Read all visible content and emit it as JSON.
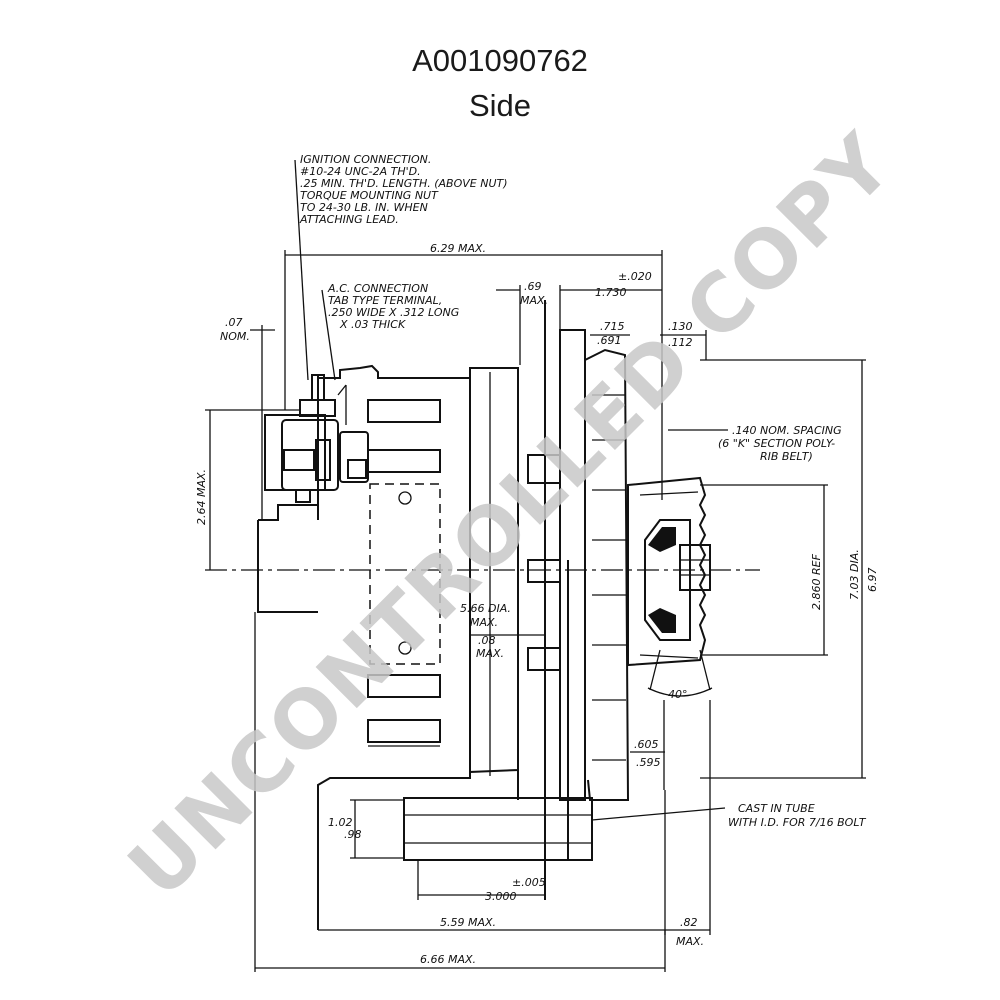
{
  "header": {
    "title": "A001090762",
    "subtitle": "Side"
  },
  "watermark": "UNCONTROLLED COPY",
  "notes": {
    "ignition_lines": [
      "IGNITION CONNECTION.",
      "#10-24 UNC-2A TH'D.",
      ".25 MIN. TH'D. LENGTH. (ABOVE NUT)",
      "TORQUE MOUNTING NUT",
      "TO 24-30 LB. IN. WHEN",
      "ATTACHING LEAD."
    ],
    "ac_lines": [
      "A.C. CONNECTION",
      "TAB TYPE TERMINAL,",
      ".250 WIDE X .312 LONG",
      "X .03 THICK"
    ],
    "belt_lines": [
      ".140 NOM. SPACING",
      "(6 \"K\" SECTION POLY-",
      "RIB BELT)"
    ],
    "tube_lines": [
      "CAST IN TUBE",
      "WITH I.D. FOR 7/16 BOLT"
    ]
  },
  "dims": {
    "d629": "6.29 MAX.",
    "d07a": ".07",
    "d07b": "NOM.",
    "d69a": ".69",
    "d69b": "MAX.",
    "tol020": "±.020",
    "d1730": "1.730",
    "d715": ".715",
    "d691": ".691",
    "d130": ".130",
    "d112": ".112",
    "d264": "2.64 MAX.",
    "d2860": "2.860 REF",
    "d703": "7.03 DIA.",
    "d697": "6.97",
    "d566a": "5.66 DIA.",
    "d566b": "MAX.",
    "d08a": ".08",
    "d08b": "MAX.",
    "angle": "40°",
    "d605": ".605",
    "d595": ".595",
    "d102": "1.02",
    "d98": ".98",
    "tol005": "±.005",
    "d3000": "3.000",
    "d559": "5.59 MAX.",
    "d82a": ".82",
    "d82b": "MAX.",
    "d666": "6.66 MAX."
  }
}
